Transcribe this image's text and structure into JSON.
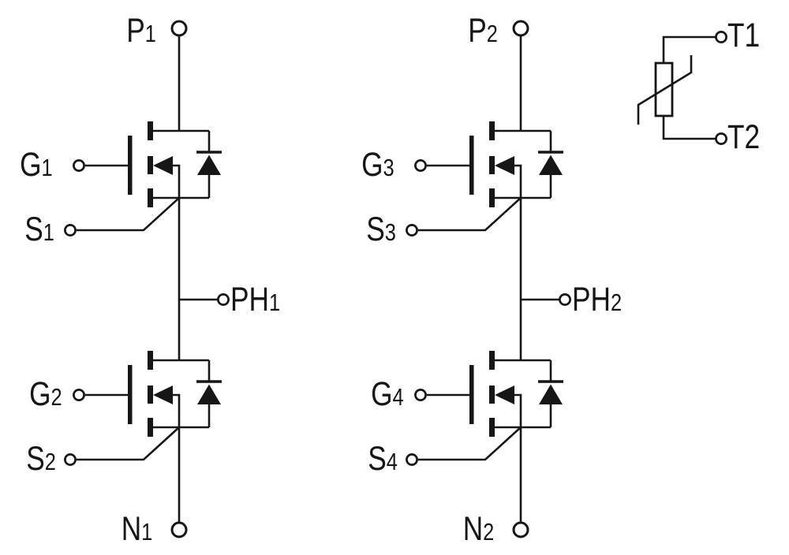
{
  "colors": {
    "ink": "#161616",
    "background": "#ffffff"
  },
  "labels": {
    "p1": {
      "main": "P",
      "sub": "1"
    },
    "g1": {
      "main": "G",
      "sub": "1"
    },
    "s1": {
      "main": "S",
      "sub": "1"
    },
    "ph1": {
      "main": "PH",
      "sub": "1"
    },
    "g2": {
      "main": "G",
      "sub": "2"
    },
    "s2": {
      "main": "S",
      "sub": "2"
    },
    "n1": {
      "main": "N",
      "sub": "1"
    },
    "p2": {
      "main": "P",
      "sub": "2"
    },
    "g3": {
      "main": "G",
      "sub": "3"
    },
    "s3": {
      "main": "S",
      "sub": "3"
    },
    "ph2": {
      "main": "PH",
      "sub": "2"
    },
    "g4": {
      "main": "G",
      "sub": "4"
    },
    "s4": {
      "main": "S",
      "sub": "4"
    },
    "n2": {
      "main": "N",
      "sub": "2"
    },
    "t1": {
      "main": "T",
      "sub": "1"
    },
    "t2": {
      "main": "T",
      "sub": "2"
    }
  }
}
